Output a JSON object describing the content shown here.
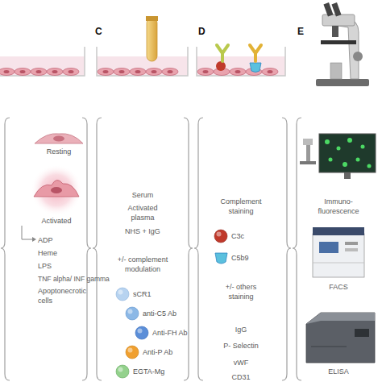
{
  "diagram": {
    "nodes": [
      {
        "text": [
          "Resting"
        ]
      },
      {
        "text": [
          "Activated"
        ]
      },
      {
        "text": [
          "sCR1"
        ]
      },
      {
        "text": [
          "anti-C5 Ab"
        ]
      },
      {
        "text": [
          "Anti-FH Ab"
        ]
      },
      {
        "text": [
          "Anti-P Ab"
        ]
      },
      {
        "text": [
          "EGTA-Mg"
        ]
      },
      {
        "text": [
          "C3c"
        ]
      },
      {
        "text": [
          "C5b9"
        ]
      }
    ],
    "labels": [
      "C",
      "D",
      "E",
      "ADP",
      "Heme",
      "LPS",
      "TNF alpha/ INF gamma",
      "Apoptonecrotic cells",
      "Serum",
      "Activated plasma",
      "NHS + IgG",
      "+/- complement modulation",
      "Complement staining",
      "+/- others staining",
      "IgG",
      "P- Selectin",
      "vWF",
      "CD31",
      "Immuno- fluorescence",
      "FACS",
      "ELISA"
    ]
  }
}
